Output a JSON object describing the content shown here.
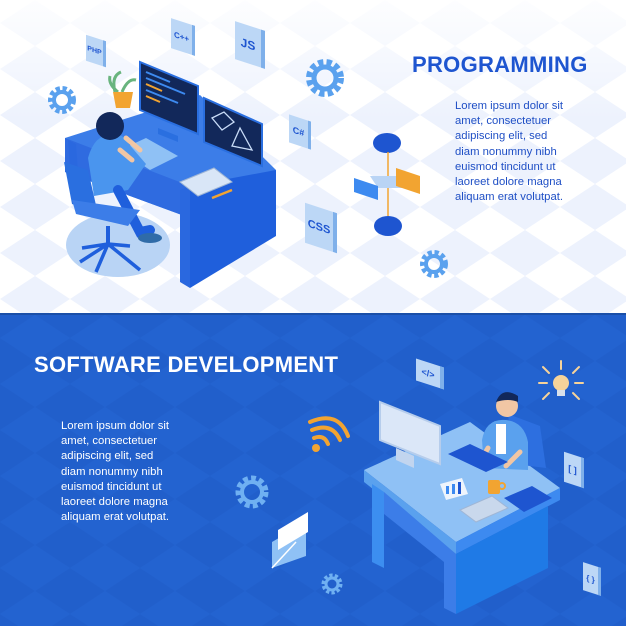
{
  "colors": {
    "brand_blue": "#215fcb",
    "heading_blue": "#1e55d0",
    "text_blue": "#1f4fc5",
    "accent_orange": "#f2a431",
    "light_blue": "#8fc1f5",
    "desk_blue": "#3c7de8",
    "screen_navy": "#12285a"
  },
  "top_banner": {
    "heading": "PROGRAMMING",
    "body_lines": [
      "Lorem ipsum dolor sit",
      "amet, consectetuer",
      "adipiscing elit, sed",
      "diam nonummy nibh",
      "euismod tincidunt ut",
      "laoreet dolore magna",
      "aliquam erat volutpat."
    ],
    "icons": {
      "php": "PHP",
      "cpp": "C++",
      "js": "JS",
      "csharp": "C#",
      "css": "CSS"
    }
  },
  "bottom_banner": {
    "heading": "SOFTWARE DEVELOPMENT",
    "body_lines": [
      "Lorem ipsum dolor sit",
      "amet, consectetuer",
      "adipiscing elit, sed",
      "diam nonummy nibh",
      "euismod tincidunt ut",
      "laoreet dolore magna",
      "aliquam erat volutpat."
    ],
    "icons": {
      "code_tag": "</>",
      "brackets": "[ ]",
      "braces": "{ }"
    }
  }
}
